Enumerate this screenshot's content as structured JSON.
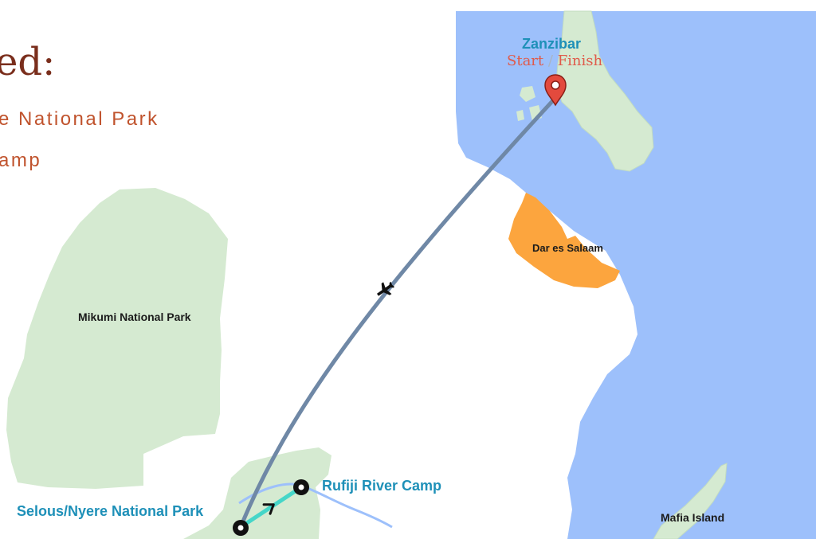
{
  "header": {
    "title_fragment": "ed:",
    "itinerary": [
      "e National Park",
      "amp"
    ]
  },
  "map": {
    "places": {
      "mikumi": "Mikumi National Park",
      "dar_es_salaam": "Dar es Salaam",
      "mafia": "Mafia Island"
    },
    "route_stops": {
      "selous": "Selous/Nyere National Park",
      "rufiji": "Rufiji River Camp",
      "zanzibar": "Zanzibar"
    },
    "zanzibar_marker": {
      "start": "Start",
      "separator": "/",
      "finish": "Finish"
    },
    "icons": [
      "airplane-icon",
      "location-pin-icon",
      "stop-marker-icon",
      "direction-arrow-icon"
    ],
    "colors": {
      "ocean": "#9dc0fb",
      "land": "#d5ead1",
      "city": "#fca53e",
      "flight_route": "#6f88a6",
      "ground_route": "#45d6c8",
      "pin": "#e34a3d",
      "heading": "#7a2e1c",
      "subheading": "#c0532d",
      "route_label": "#1e90b8"
    }
  }
}
